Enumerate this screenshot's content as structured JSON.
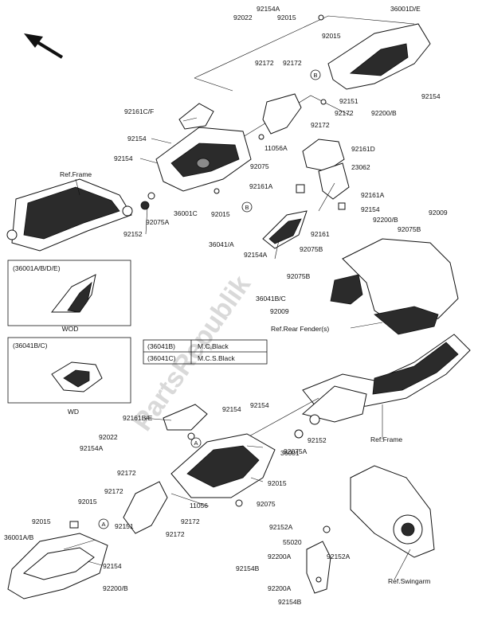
{
  "watermark": "PartsRepublik",
  "part_numbers": {
    "p92154A_top": "92154A",
    "p92022_top": "92022",
    "p92015_top": "92015",
    "p36001DE": "36001D/E",
    "p92015_b": "92015",
    "p92172_a": "92172",
    "p92172_b": "92172",
    "p92151_top": "92151",
    "p92154_r": "92154",
    "p92200B_r": "92200/B",
    "p92172_c": "92172",
    "p92161CF": "92161C/F",
    "p92154_l1": "92154",
    "p92154_l2": "92154",
    "p11056A": "11056A",
    "p92075_top": "92075",
    "p36001C": "36001C",
    "p92015_c": "92015",
    "p92075A_top": "92075A",
    "p92152_top": "92152",
    "p92161D": "92161D",
    "p23062": "23062",
    "p92161A_l": "92161A",
    "p92161A_r": "92161A",
    "p92154_m": "92154",
    "p92200B_m": "92200/B",
    "p92009_r": "92009",
    "p92075B_r": "92075B",
    "p92161_m": "92161",
    "p36041A": "36041/A",
    "p92075B_m": "92075B",
    "p92154A_m": "92154A",
    "p92075B_l": "92075B",
    "p36041BC": "36041B/C",
    "p92009_l": "92009",
    "p92161BE": "92161B/E",
    "p92154_b1": "92154",
    "p92154_b2": "92154",
    "p92022_b": "92022",
    "p92154A_b": "92154A",
    "p92172_d": "92172",
    "p36001": "36001",
    "p92152_b": "92152",
    "p92075A_b": "92075A",
    "p92015_d": "92015",
    "p92075_b": "92075",
    "p92172_e": "92172",
    "p11056": "11056",
    "p92172_f": "92172",
    "p92015_e": "92015",
    "p92015_f": "92015",
    "p92172_g": "92172",
    "p92151_b": "92151",
    "p36001AB": "36001A/B",
    "p92154_low": "92154",
    "p92200B_low": "92200/B",
    "p92152A_1": "92152A",
    "p55020": "55020",
    "p92200A_1": "92200A",
    "p92152A_2": "92152A",
    "p92154B_1": "92154B",
    "p92200A_2": "92200A",
    "p92154B_2": "92154B"
  },
  "references": {
    "ref_frame_top": "Ref.Frame",
    "ref_rear_fender": "Ref.Rear Fender(s)",
    "ref_frame_mid": "Ref.Frame",
    "ref_swingarm": "Ref.Swingarm"
  },
  "callouts": {
    "a": "A",
    "b": "B"
  },
  "variant_box_1": {
    "header": "(36001A/B/D/E)",
    "caption": "WOD"
  },
  "variant_box_2": {
    "header": "(36041B/C)",
    "caption": "WD"
  },
  "color_table": {
    "rows": [
      {
        "code": "(36041B)",
        "color": "M.C.Black"
      },
      {
        "code": "(36041C)",
        "color": "M.C.S.Black"
      }
    ]
  },
  "colors": {
    "line": "#111111",
    "dark_part": "#2b2b2b",
    "watermark": "#d9d9d9"
  }
}
